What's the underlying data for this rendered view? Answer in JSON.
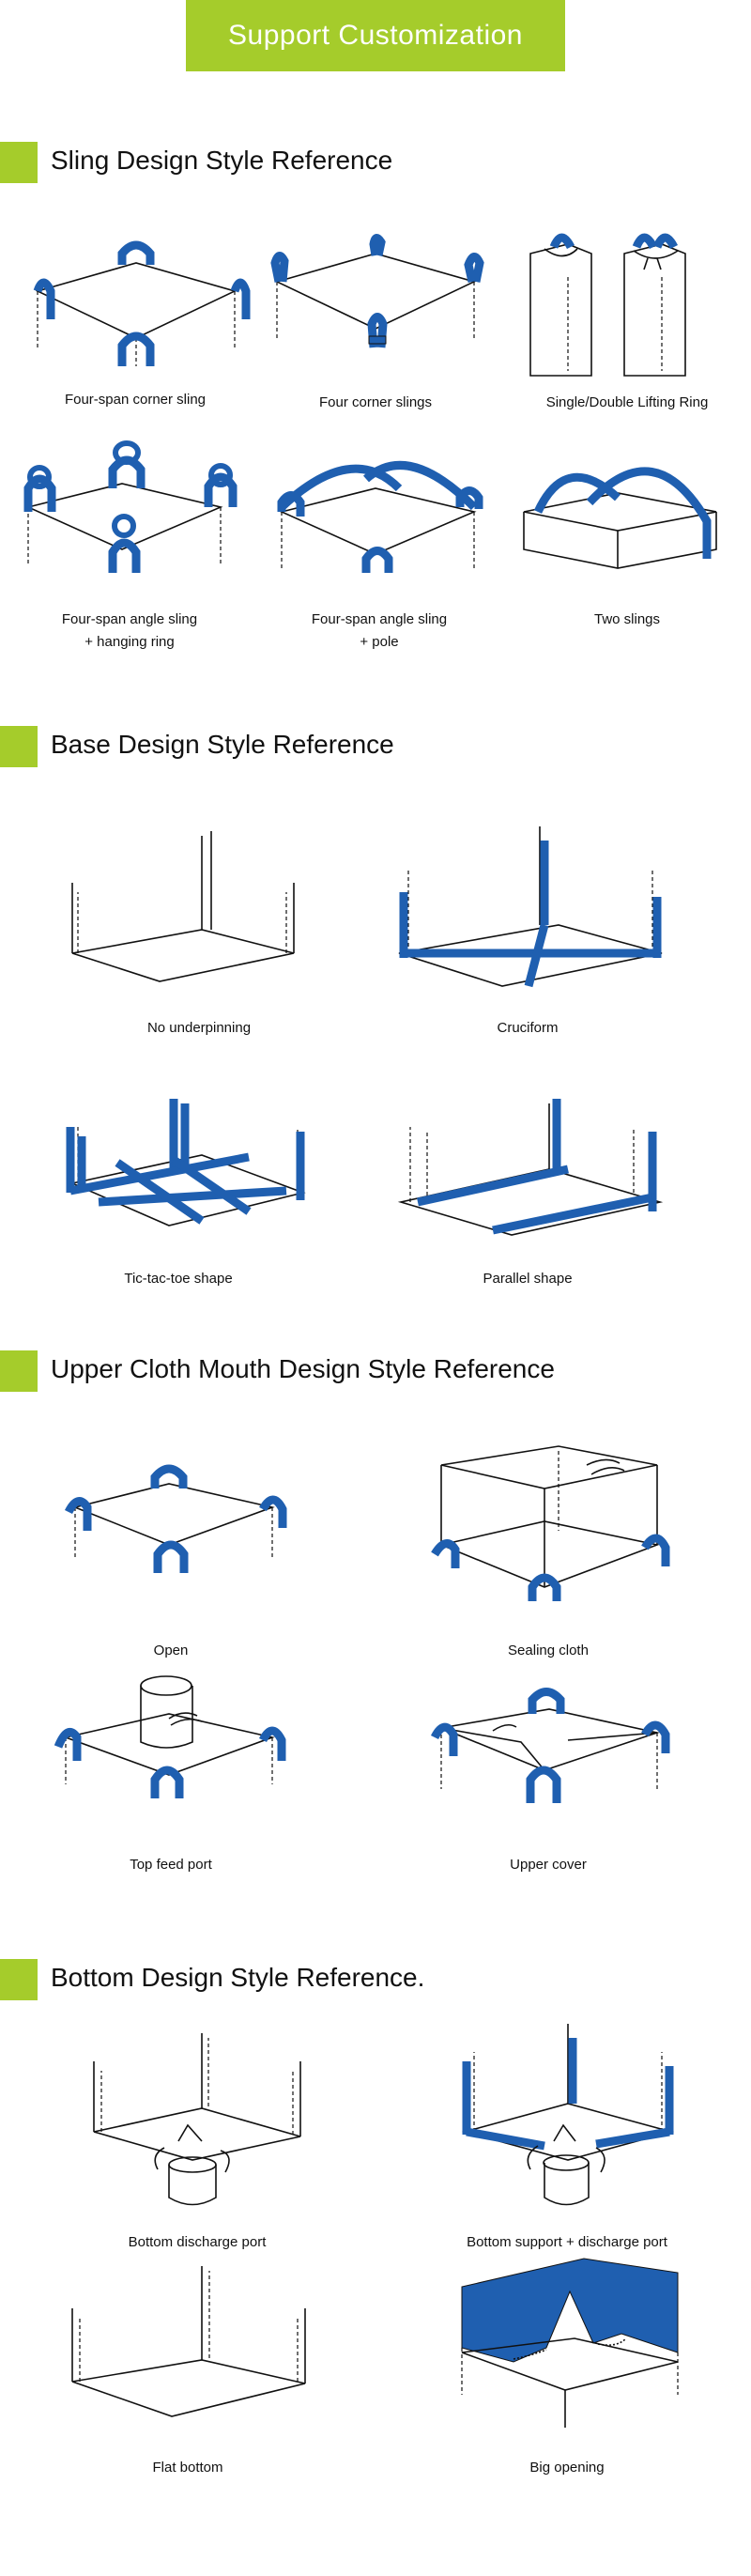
{
  "banner": {
    "title": "Support Customization"
  },
  "sections": {
    "sling": {
      "title": "Sling Design Style Reference"
    },
    "base": {
      "title": "Base Design Style Reference"
    },
    "upper": {
      "title": "Upper Cloth Mouth Design Style Reference"
    },
    "bottom": {
      "title": "Bottom Design Style Reference."
    }
  },
  "captions": {
    "sling": [
      "Four-span corner sling",
      "Four corner slings",
      "Single/Double Lifting Ring",
      "Four-span angle sling\n+ hanging ring",
      "Four-span angle sling\n+ pole",
      "Two slings"
    ],
    "base": [
      "No underpinning",
      "Cruciform",
      "Tic-tac-toe shape",
      "Parallel shape"
    ],
    "upper": [
      "Open",
      "Sealing cloth",
      "Top feed port",
      "Upper cover"
    ],
    "bottom": [
      "Bottom discharge port",
      "Bottom support + discharge port",
      "Flat bottom",
      "Big opening"
    ]
  },
  "colors": {
    "accent": "#a5cc2b",
    "strap": "#1f5fb0"
  }
}
